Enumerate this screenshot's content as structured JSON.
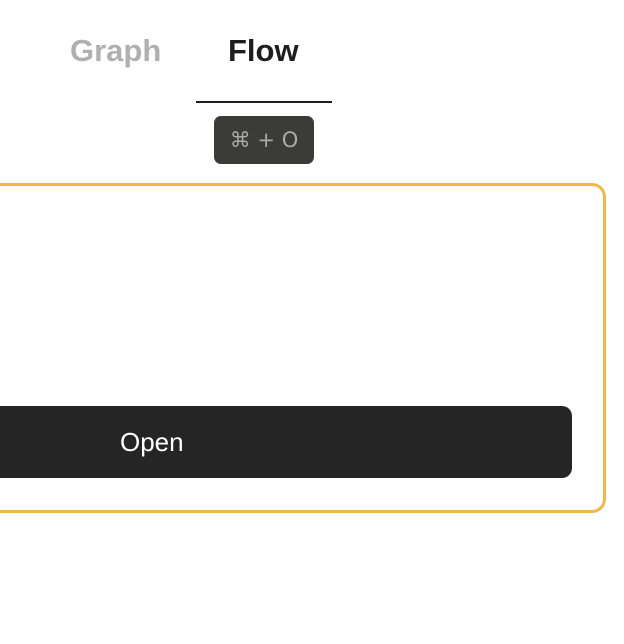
{
  "tabs": [
    {
      "label": "Graph",
      "active": false
    },
    {
      "label": "Flow",
      "active": true
    }
  ],
  "shortcut": {
    "text": "⌘ + O"
  },
  "panel": {
    "open_button_label": "Open",
    "accent_color": "#f2b64c"
  }
}
